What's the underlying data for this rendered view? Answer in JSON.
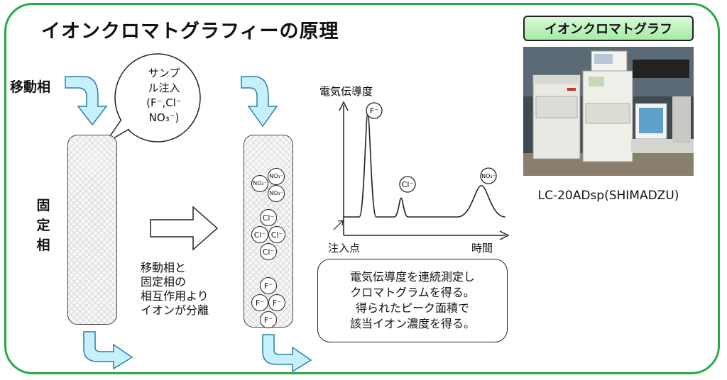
{
  "title": "イオンクロマトグラフィーの原理",
  "mobile_phase": "移動相",
  "stationary_phase": "固定相",
  "sample_injection": [
    "サンプ",
    "ル注入",
    "(F⁻,Cl⁻",
    "NO₃⁻)"
  ],
  "separation_note": [
    "移動相と",
    "固定相の",
    "相互作用より",
    "イオンが分離"
  ],
  "ions": {
    "fluoride": "F⁻",
    "chloride": "Cl⁻",
    "nitrate": "NO₃⁻"
  },
  "chart": {
    "ylabel": "電気伝導度",
    "injection_point": "注入点",
    "xlabel": "時間",
    "peak_labels": [
      "F⁻",
      "Cl⁻",
      "NO₃⁻"
    ]
  },
  "chart_data": {
    "type": "line",
    "ylabel": "電気伝導度",
    "xlabel": "時間",
    "series": [
      {
        "peaks": [
          {
            "ion": "F⁻",
            "height": 0.93
          },
          {
            "ion": "Cl⁻",
            "height": 0.17
          },
          {
            "ion": "NO₃⁻",
            "height": 0.28
          }
        ]
      }
    ]
  },
  "description": [
    "電気伝導度を連続測定し",
    "クロマトグラムを得る。",
    "得られたピーク面積で",
    "該当イオン濃度を得る。"
  ],
  "instrument": {
    "badge": "イオンクロマトグラフ",
    "model": "LC-20ADsp(SHIMADZU)"
  },
  "colors": {
    "frame": "#26a84a",
    "arrow_fill": "#c6f0fb",
    "badge_fill": "#bdf2bd"
  }
}
